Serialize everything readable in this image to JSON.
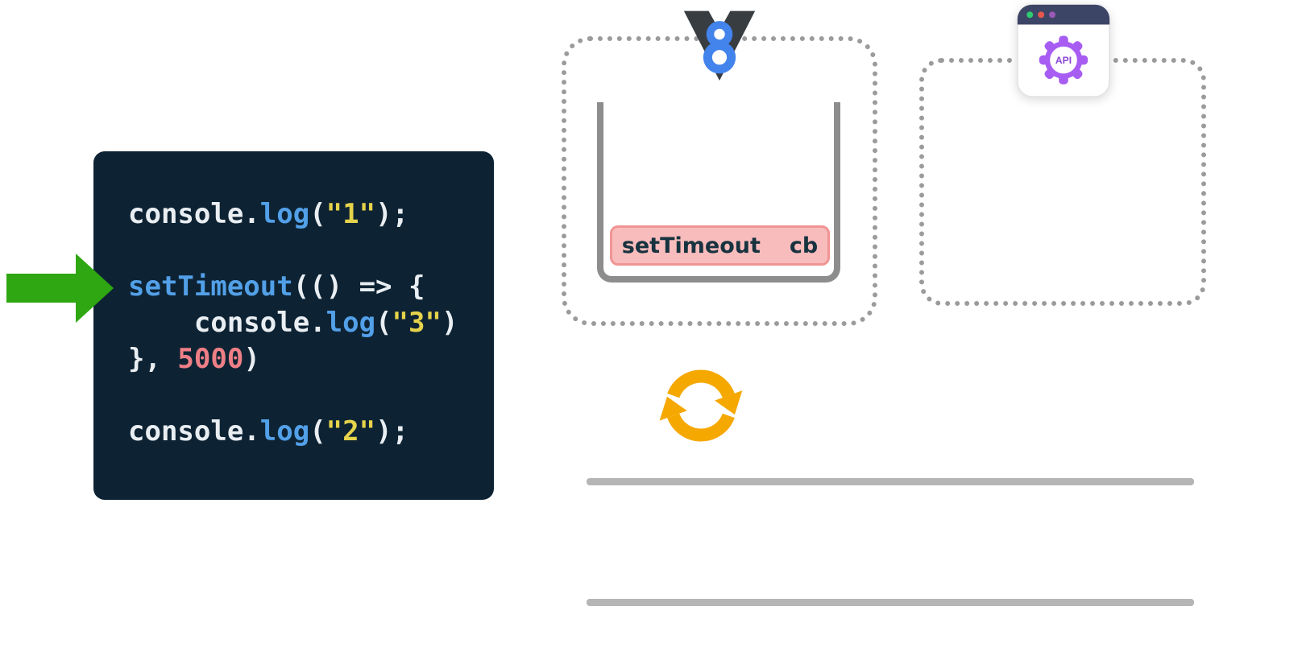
{
  "code": {
    "lines": [
      {
        "tokens": [
          {
            "t": "console.",
            "c": "text"
          },
          {
            "t": "log",
            "c": "blue"
          },
          {
            "t": "(",
            "c": "text"
          },
          {
            "t": "\"1\"",
            "c": "yellow"
          },
          {
            "t": ");",
            "c": "text"
          }
        ]
      },
      {
        "tokens": []
      },
      {
        "tokens": [
          {
            "t": "setTimeout",
            "c": "blue"
          },
          {
            "t": "(() => {",
            "c": "text"
          }
        ]
      },
      {
        "tokens": [
          {
            "t": "    console.",
            "c": "text"
          },
          {
            "t": "log",
            "c": "blue"
          },
          {
            "t": "(",
            "c": "text"
          },
          {
            "t": "\"3\"",
            "c": "yellow"
          },
          {
            "t": ")",
            "c": "text"
          }
        ]
      },
      {
        "tokens": [
          {
            "t": "}, ",
            "c": "text"
          },
          {
            "t": "5000",
            "c": "red"
          },
          {
            "t": ")",
            "c": "text"
          }
        ]
      },
      {
        "tokens": []
      },
      {
        "tokens": [
          {
            "t": "console.",
            "c": "text"
          },
          {
            "t": "log",
            "c": "blue"
          },
          {
            "t": "(",
            "c": "text"
          },
          {
            "t": "\"2\"",
            "c": "yellow"
          },
          {
            "t": ");",
            "c": "text"
          }
        ]
      }
    ]
  },
  "call_stack": {
    "frame": {
      "function": "setTimeout",
      "callback": "cb"
    }
  },
  "web_api": {
    "icon_label": "API"
  },
  "icons": {
    "v8_logo": "v8-engine-logo",
    "api_window": "browser-window-api-gear",
    "event_loop": "refresh-loop-arrows",
    "pointer": "green-right-arrow"
  },
  "colors": {
    "code_background": "#0d2334",
    "code_text": "#e9eef2",
    "syntax_blue": "#52a0e8",
    "syntax_yellow": "#e5d34b",
    "syntax_red": "#ee7f86",
    "arrow_green": "#2fa712",
    "frame_background": "#f9bcbc",
    "frame_border": "#f09494",
    "frame_text": "#17333f",
    "dotted_border_gray": "#9b9b9b",
    "stack_gray": "#8d8d8d",
    "event_loop_orange": "#f5a800",
    "queue_line_gray": "#b5b5b5",
    "v8_blue": "#4383ec",
    "v8_dark": "#383d42",
    "api_purple": "#a75df2",
    "api_titlebar": "#3d4566"
  }
}
